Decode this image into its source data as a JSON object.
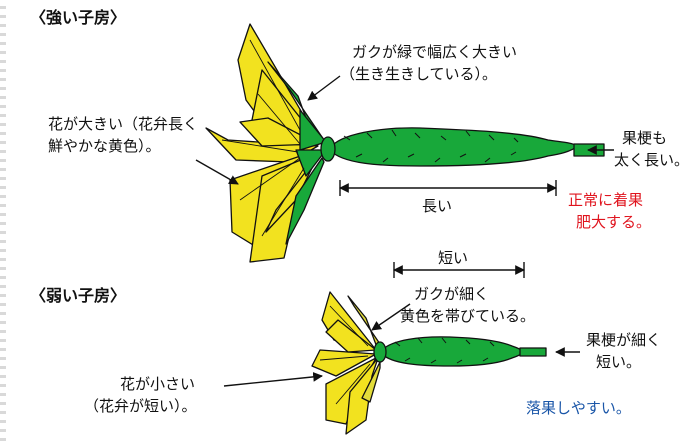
{
  "strong": {
    "header": "〈強い子房〉",
    "calyx_line1": "ガクが緑で幅広く大きい",
    "calyx_line2": "（生き生きしている）。",
    "flower_line1": "花が大きい（花弁長く",
    "flower_line2": "鮮やかな黄色）。",
    "stem_line1": "果梗も",
    "stem_line2": "太く長い。",
    "length_label": "長い",
    "result_line1": "正常に着果",
    "result_line2": "肥大する。"
  },
  "weak": {
    "header": "〈弱い子房〉",
    "length_label": "短い",
    "calyx_line1": "ガクが細く",
    "calyx_line2": "黄色を帯びている。",
    "stem_line1": "果梗が細く",
    "stem_line2": "短い。",
    "flower_line1": "花が小さい",
    "flower_line2": "（花弁が短い）。",
    "result": "落果しやすい。"
  },
  "colors": {
    "fruit_green": "#18a83a",
    "petal_yellow": "#f2e21f",
    "result_red": "#e0141e",
    "result_blue": "#1a56a8"
  }
}
